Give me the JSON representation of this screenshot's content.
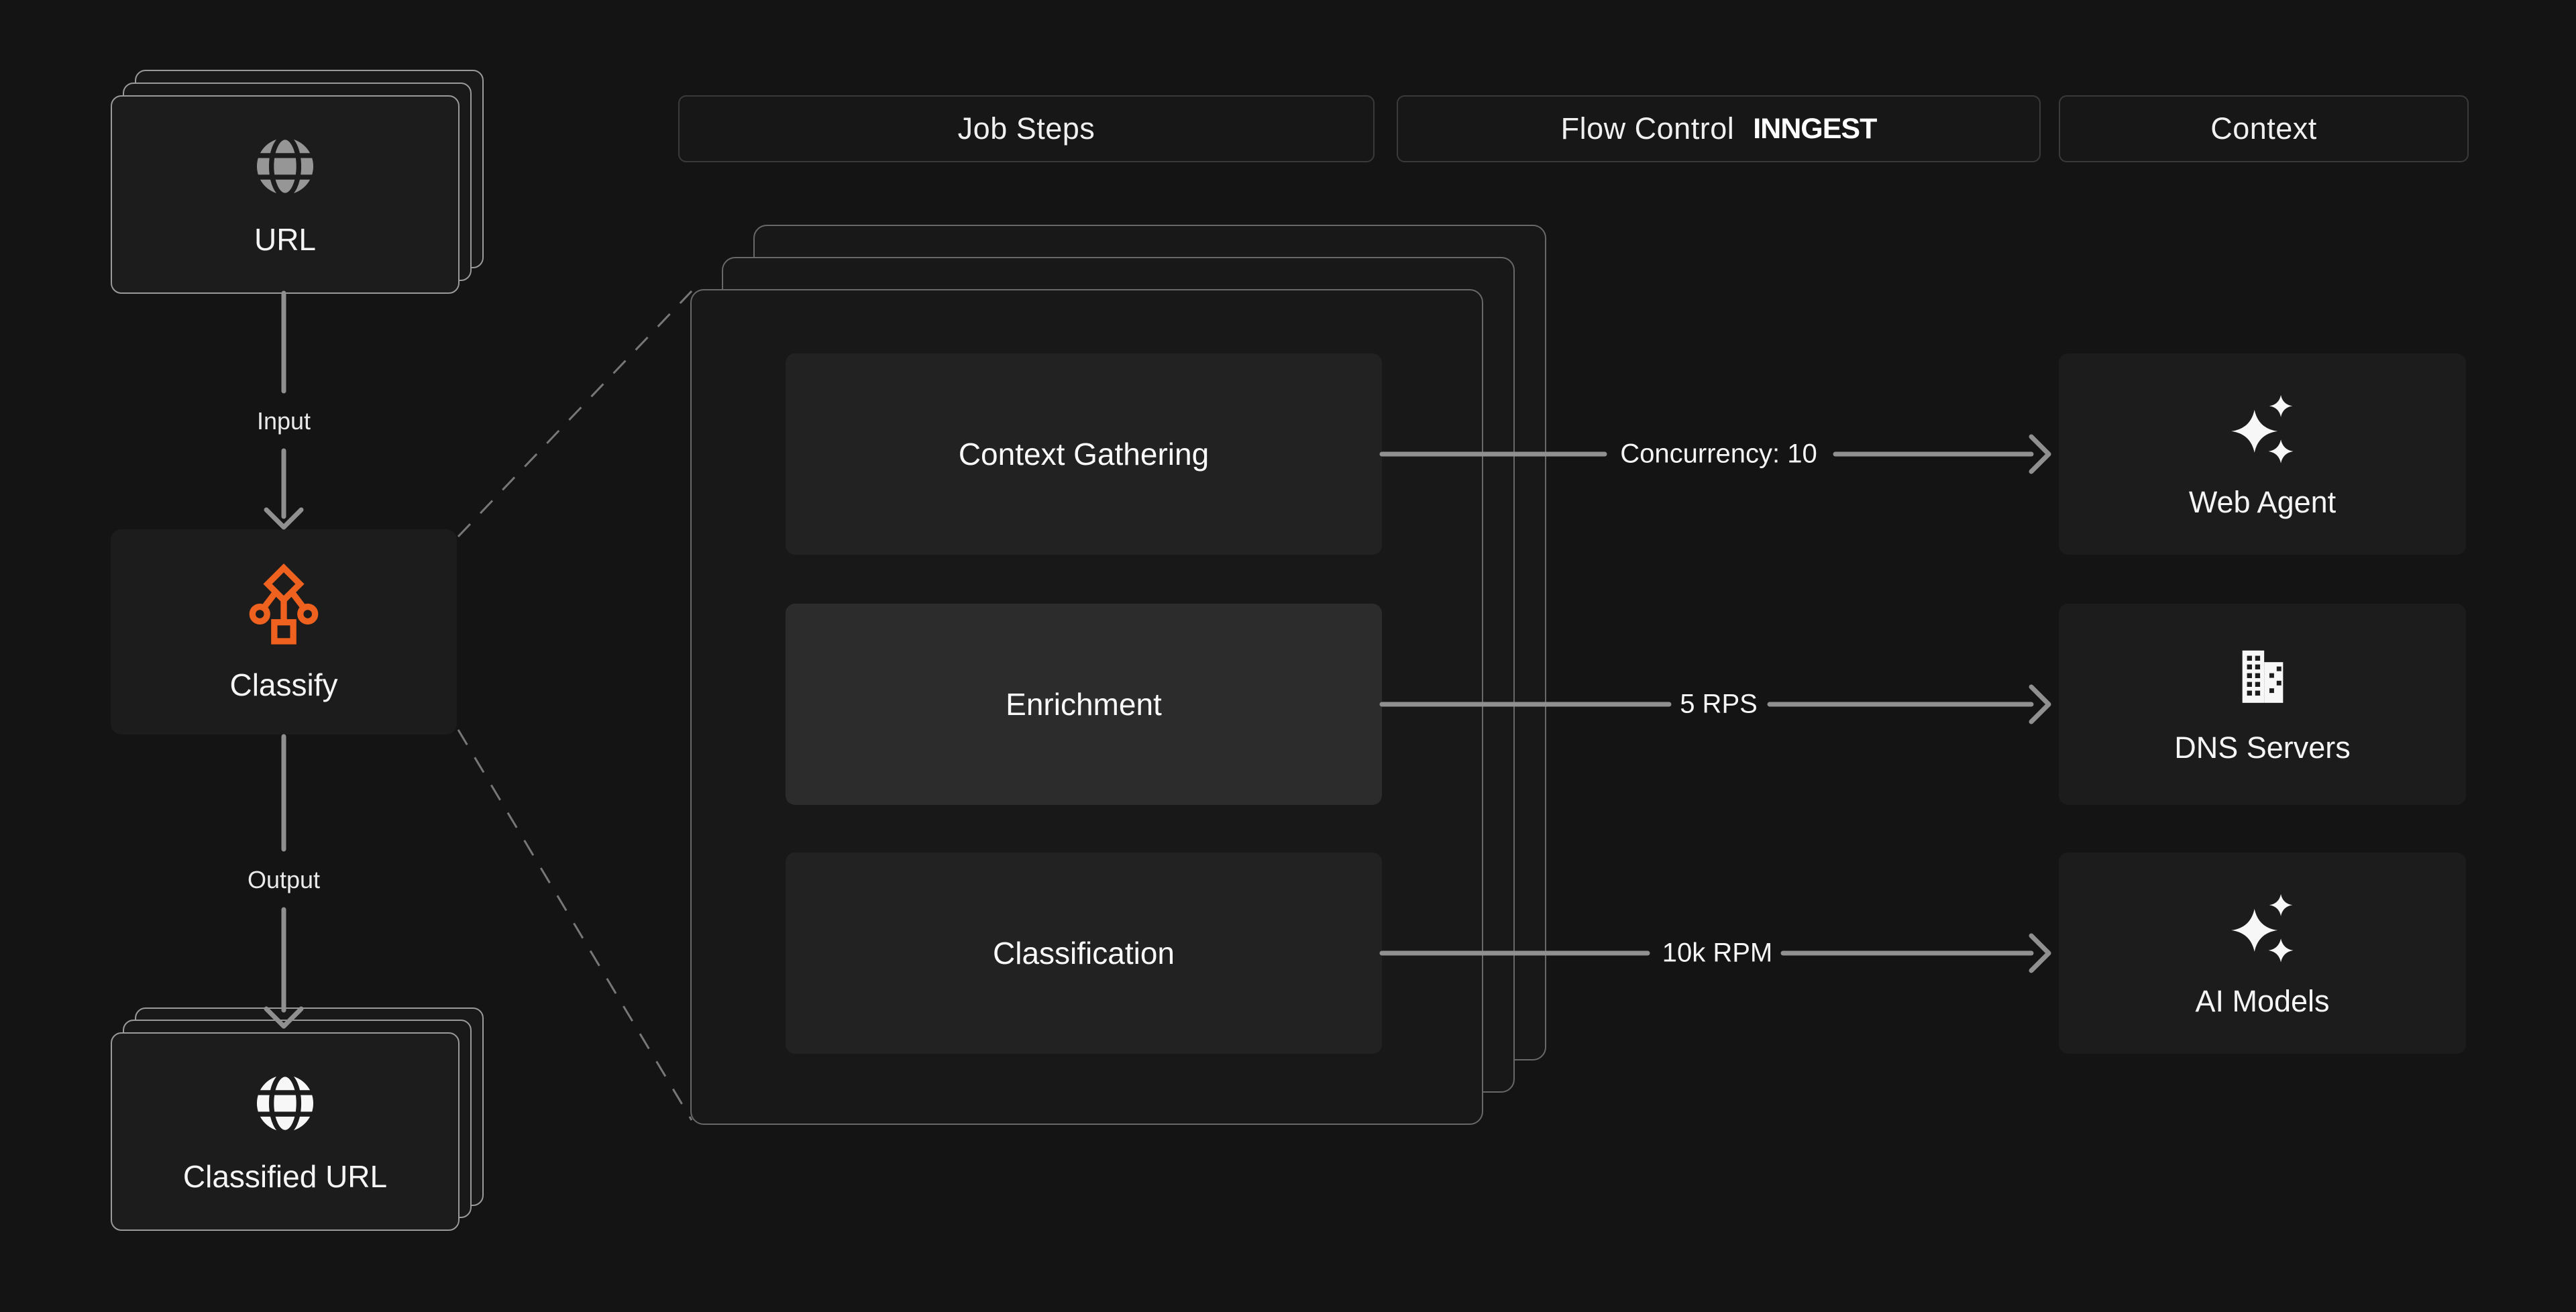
{
  "colors": {
    "bg": "#141414",
    "accent": "#ee611e",
    "arrow": "#909090",
    "text": "#f0f0f0",
    "card": "#1c1c1c",
    "step": "#222222",
    "step_highlight": "#2c2c2c",
    "card_border": "#9a9a9a",
    "panel_border": "#686868"
  },
  "headers": [
    {
      "label": "Job Steps"
    },
    {
      "label": "Flow Control",
      "brand": "INNGEST"
    },
    {
      "label": "Context"
    }
  ],
  "left": {
    "input_card": {
      "label": "URL",
      "icon": "globe-icon"
    },
    "input_label": "Input",
    "process": {
      "label": "Classify",
      "icon": "workflow-icon"
    },
    "output_label": "Output",
    "output_card": {
      "label": "Classified URL",
      "icon": "globe-icon"
    }
  },
  "steps": [
    {
      "label": "Context Gathering"
    },
    {
      "label": "Enrichment"
    },
    {
      "label": "Classification"
    }
  ],
  "flows": [
    {
      "label": "Concurrency: 10"
    },
    {
      "label": "5 RPS"
    },
    {
      "label": "10k RPM"
    }
  ],
  "services": [
    {
      "label": "Web Agent",
      "icon": "sparkles-icon"
    },
    {
      "label": "DNS Servers",
      "icon": "buildings-icon"
    },
    {
      "label": "AI Models",
      "icon": "sparkles-icon"
    }
  ]
}
